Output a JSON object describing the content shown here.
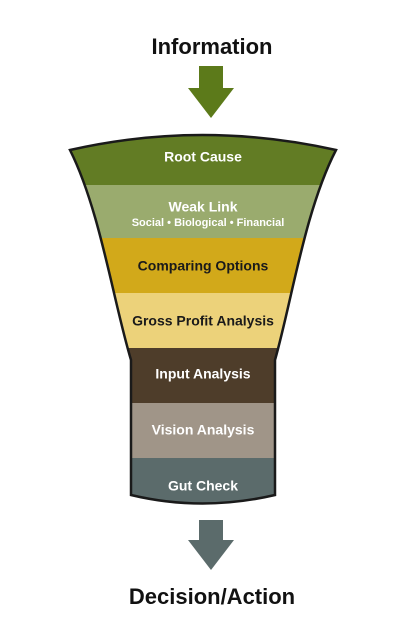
{
  "top_label": "Information",
  "bottom_label": "Decision/Action",
  "colors": {
    "top_arrow": "#5c7a1a",
    "bottom_arrow": "#5b6b6b",
    "outline": "#1a1a1a"
  },
  "stages": [
    {
      "label": "Root Cause",
      "sublabel": "",
      "color": "#627c24",
      "text_color": "#ffffff"
    },
    {
      "label": "Weak Link",
      "sublabel": "Social • Biological • Financial",
      "color": "#9aab6e",
      "text_color": "#ffffff"
    },
    {
      "label": "Comparing Options",
      "sublabel": "",
      "color": "#d2a91a",
      "text_color": "#1a1a1a"
    },
    {
      "label": "Gross Profit Analysis",
      "sublabel": "",
      "color": "#ecd27a",
      "text_color": "#1a1a1a"
    },
    {
      "label": "Input Analysis",
      "sublabel": "",
      "color": "#4e3d2a",
      "text_color": "#ffffff"
    },
    {
      "label": "Vision Analysis",
      "sublabel": "",
      "color": "#a09588",
      "text_color": "#ffffff"
    },
    {
      "label": "Gut Check",
      "sublabel": "",
      "color": "#5b6b6b",
      "text_color": "#ffffff"
    }
  ]
}
